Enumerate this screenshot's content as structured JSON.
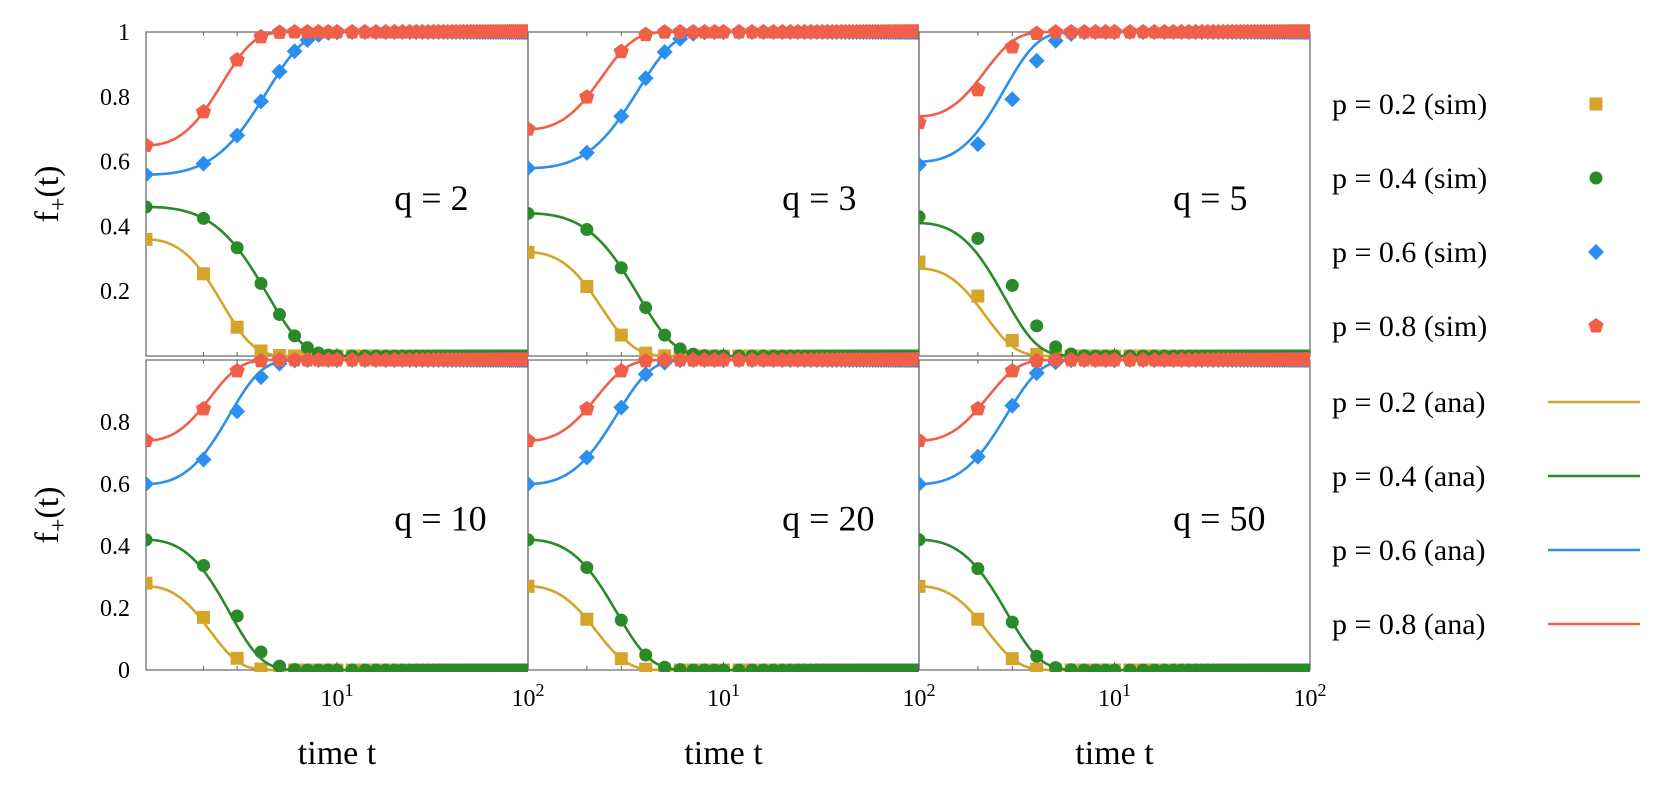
{
  "chart_data": {
    "type": "line",
    "layout": "2x3 panel grid, shared axes, legend at right",
    "x_scale": "log",
    "xlim": [
      1,
      100
    ],
    "ylim": [
      0,
      1
    ],
    "x_tick_labels": [
      "10^1",
      "10^2"
    ],
    "y_tick_labels_top": [
      "0.2",
      "0.4",
      "0.6",
      "0.8",
      "1"
    ],
    "y_tick_labels_bottom": [
      "0",
      "0.2",
      "0.4",
      "0.6",
      "0.8"
    ],
    "xlabel": "time t",
    "ylabel": "f+(t)",
    "legend_position": "right",
    "legend": [
      {
        "label": "p = 0.2 (sim)",
        "kind": "sim",
        "marker": "square",
        "color": "#d4a52a"
      },
      {
        "label": "p = 0.4 (sim)",
        "kind": "sim",
        "marker": "circle",
        "color": "#2a8a2a"
      },
      {
        "label": "p = 0.6 (sim)",
        "kind": "sim",
        "marker": "diamond",
        "color": "#2b8ff0"
      },
      {
        "label": "p = 0.8 (sim)",
        "kind": "sim",
        "marker": "pentagon",
        "color": "#f06048"
      },
      {
        "label": "p = 0.2 (ana)",
        "kind": "ana",
        "color": "#d4a52a"
      },
      {
        "label": "p = 0.4 (ana)",
        "kind": "ana",
        "color": "#2a8a2a"
      },
      {
        "label": "p = 0.6 (ana)",
        "kind": "ana",
        "color": "#2b8ff0"
      },
      {
        "label": "p = 0.8 (ana)",
        "kind": "ana",
        "color": "#f06048"
      }
    ],
    "panels": [
      {
        "label": "q = 2",
        "p02": {
          "sim_f0": 0.36,
          "sim_alpha": 0.35,
          "ana_f0": 0.36,
          "ana_alpha": 0.35
        },
        "p04": {
          "sim_f0": 0.46,
          "sim_alpha": 0.08,
          "ana_f0": 0.46,
          "ana_alpha": 0.08
        },
        "p06": {
          "sim_f0": 0.56,
          "sim_alpha": 0.08,
          "ana_f0": 0.56,
          "ana_alpha": 0.08
        },
        "p08": {
          "sim_f0": 0.65,
          "sim_alpha": 0.35,
          "ana_f0": 0.65,
          "ana_alpha": 0.35
        }
      },
      {
        "label": "q = 3",
        "p02": {
          "sim_f0": 0.32,
          "sim_alpha": 0.4,
          "ana_f0": 0.32,
          "ana_alpha": 0.4
        },
        "p04": {
          "sim_f0": 0.44,
          "sim_alpha": 0.12,
          "ana_f0": 0.44,
          "ana_alpha": 0.12
        },
        "p06": {
          "sim_f0": 0.58,
          "sim_alpha": 0.12,
          "ana_f0": 0.58,
          "ana_alpha": 0.12
        },
        "p08": {
          "sim_f0": 0.7,
          "sim_alpha": 0.4,
          "ana_f0": 0.7,
          "ana_alpha": 0.4
        }
      },
      {
        "label": "q = 5",
        "p02": {
          "sim_f0": 0.29,
          "sim_alpha": 0.45,
          "ana_f0": 0.27,
          "ana_alpha": 0.55
        },
        "p04": {
          "sim_f0": 0.43,
          "sim_alpha": 0.17,
          "ana_f0": 0.41,
          "ana_alpha": 0.27
        },
        "p06": {
          "sim_f0": 0.59,
          "sim_alpha": 0.17,
          "ana_f0": 0.6,
          "ana_alpha": 0.27
        },
        "p08": {
          "sim_f0": 0.72,
          "sim_alpha": 0.45,
          "ana_f0": 0.74,
          "ana_alpha": 0.55
        }
      },
      {
        "label": "q = 10",
        "p02": {
          "sim_f0": 0.28,
          "sim_alpha": 0.5,
          "ana_f0": 0.27,
          "ana_alpha": 0.56
        },
        "p04": {
          "sim_f0": 0.42,
          "sim_alpha": 0.22,
          "ana_f0": 0.42,
          "ana_alpha": 0.27
        },
        "p06": {
          "sim_f0": 0.6,
          "sim_alpha": 0.22,
          "ana_f0": 0.6,
          "ana_alpha": 0.27
        },
        "p08": {
          "sim_f0": 0.74,
          "sim_alpha": 0.5,
          "ana_f0": 0.74,
          "ana_alpha": 0.56
        }
      },
      {
        "label": "q = 20",
        "p02": {
          "sim_f0": 0.27,
          "sim_alpha": 0.5,
          "ana_f0": 0.27,
          "ana_alpha": 0.5
        },
        "p04": {
          "sim_f0": 0.42,
          "sim_alpha": 0.24,
          "ana_f0": 0.42,
          "ana_alpha": 0.24
        },
        "p06": {
          "sim_f0": 0.6,
          "sim_alpha": 0.24,
          "ana_f0": 0.6,
          "ana_alpha": 0.24
        },
        "p08": {
          "sim_f0": 0.74,
          "sim_alpha": 0.5,
          "ana_f0": 0.74,
          "ana_alpha": 0.5
        }
      },
      {
        "label": "q = 50",
        "p02": {
          "sim_f0": 0.27,
          "sim_alpha": 0.5,
          "ana_f0": 0.27,
          "ana_alpha": 0.5
        },
        "p04": {
          "sim_f0": 0.42,
          "sim_alpha": 0.25,
          "ana_f0": 0.42,
          "ana_alpha": 0.25
        },
        "p06": {
          "sim_f0": 0.6,
          "sim_alpha": 0.25,
          "ana_f0": 0.6,
          "ana_alpha": 0.25
        },
        "p08": {
          "sim_f0": 0.74,
          "sim_alpha": 0.5,
          "ana_f0": 0.74,
          "ana_alpha": 0.5
        }
      }
    ],
    "curve_form": "f(t) = f0*exp(-alpha*(t-1)^2) for p<0.5; f(t) = 1-(1-f0)*exp(-alpha*(t-1)^2) for p>0.5"
  }
}
